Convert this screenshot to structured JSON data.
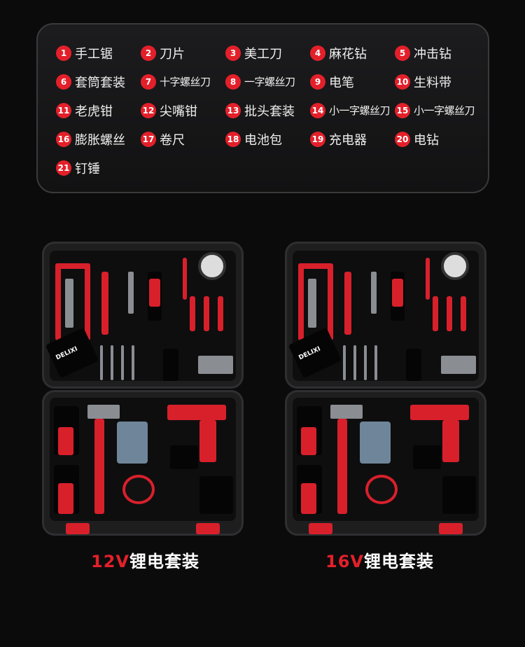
{
  "items": [
    {
      "n": "1",
      "label": "手工锯"
    },
    {
      "n": "2",
      "label": "刀片"
    },
    {
      "n": "3",
      "label": "美工刀"
    },
    {
      "n": "4",
      "label": "麻花钻"
    },
    {
      "n": "5",
      "label": "冲击钻"
    },
    {
      "n": "6",
      "label": "套筒套装"
    },
    {
      "n": "7",
      "label": "十字螺丝刀"
    },
    {
      "n": "8",
      "label": "一字螺丝刀"
    },
    {
      "n": "9",
      "label": "电笔"
    },
    {
      "n": "10",
      "label": "生料带"
    },
    {
      "n": "11",
      "label": "老虎钳"
    },
    {
      "n": "12",
      "label": "尖嘴钳"
    },
    {
      "n": "13",
      "label": "批头套装"
    },
    {
      "n": "14",
      "label": "小一字螺丝刀"
    },
    {
      "n": "15",
      "label": "小一字螺丝刀"
    },
    {
      "n": "16",
      "label": "膨胀螺丝"
    },
    {
      "n": "17",
      "label": "卷尺"
    },
    {
      "n": "18",
      "label": "电池包"
    },
    {
      "n": "19",
      "label": "充电器"
    },
    {
      "n": "20",
      "label": "电钻"
    },
    {
      "n": "21",
      "label": "钉锤"
    }
  ],
  "kits": [
    {
      "voltage": "12V",
      "name": "锂电套装"
    },
    {
      "voltage": "16V",
      "name": "锂电套装"
    }
  ],
  "brand": "DELIXI",
  "colors": {
    "accent": "#e3202a",
    "background": "#0b0b0c",
    "case": "#1e1e1f"
  }
}
